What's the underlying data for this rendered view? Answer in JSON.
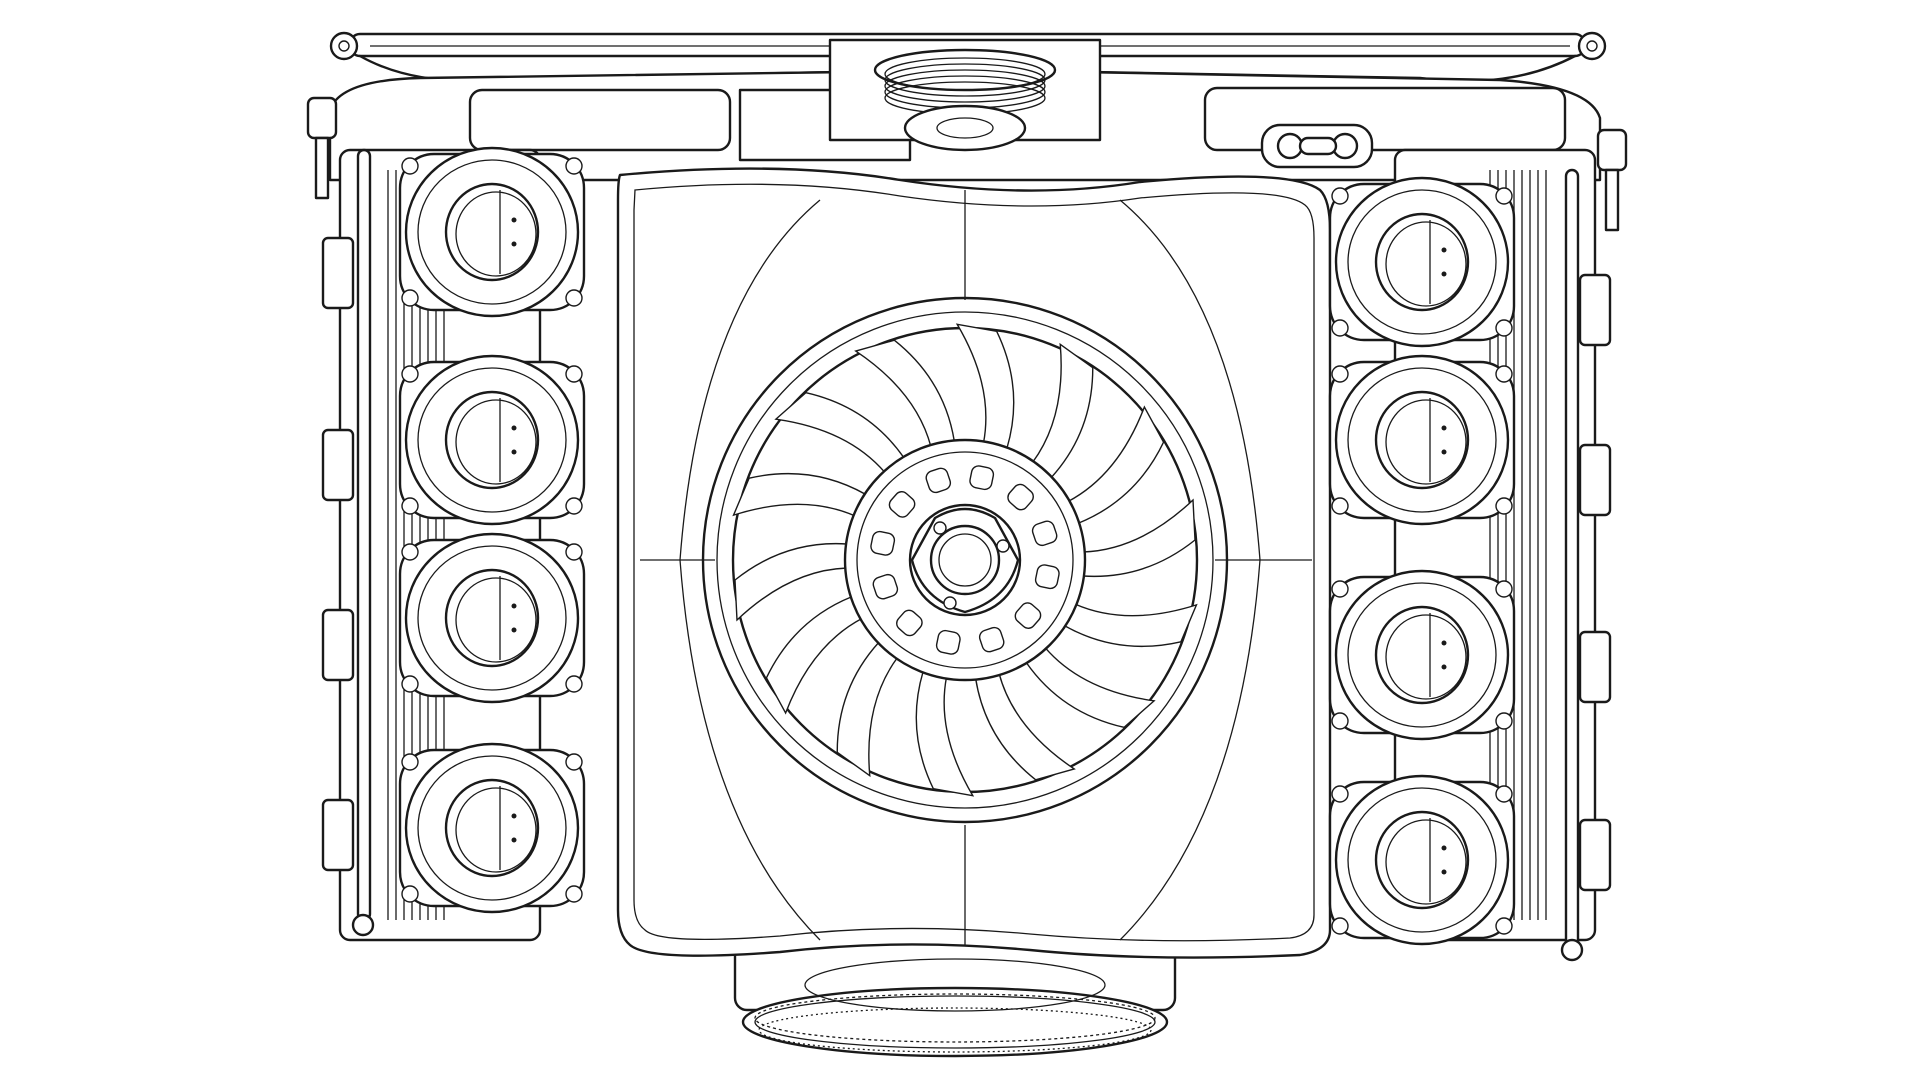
{
  "drawing": {
    "subject": "engine-top-view-line-drawing",
    "style": "black-line-art-on-white",
    "stroke_color": "#1a1a1a",
    "background_color": "#ffffff",
    "fan_blade_count": 14,
    "hub_slot_count": 12,
    "intake_runners_per_bank": 4,
    "cylinder_banks": 2
  }
}
